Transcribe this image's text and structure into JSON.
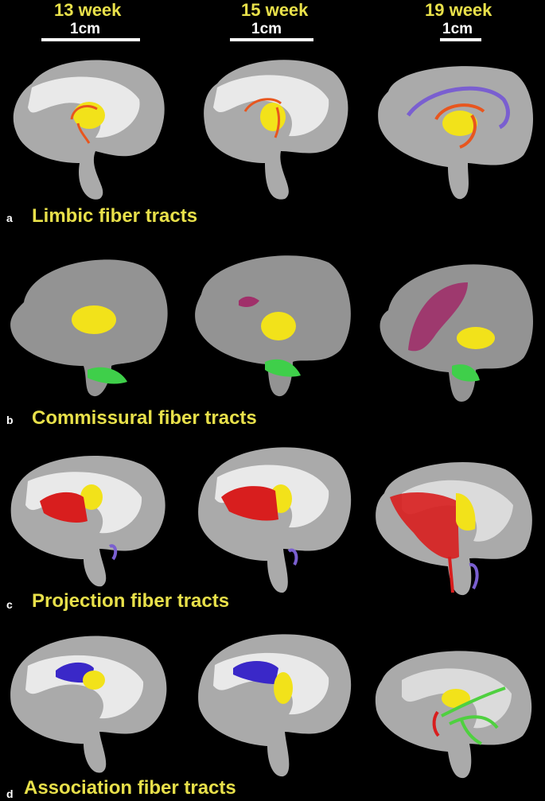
{
  "columns": [
    {
      "week": "13 week",
      "scale": "1cm"
    },
    {
      "week": "15 week",
      "scale": "1cm"
    },
    {
      "week": "19 week",
      "scale": "1cm"
    }
  ],
  "rows": [
    {
      "letter": "a",
      "title": "Limbic fiber tracts"
    },
    {
      "letter": "b",
      "title": "Commissural fiber tracts"
    },
    {
      "letter": "c",
      "title": "Projection fiber tracts"
    },
    {
      "letter": "d",
      "title": "Association fiber tracts"
    }
  ],
  "colors": {
    "background": "#000000",
    "label_yellow": "#e8e04a",
    "brain_gray": "#c8c8c8",
    "deep_gray_nuclei": "#f2e21a",
    "limbic_orange": "#e8561e",
    "cingulum_purple": "#7a5fd0",
    "commissural_magenta": "#a0306a",
    "cerebellar_green": "#3fcf4a",
    "projection_red": "#d81e1e",
    "association_blue": "#3a28c8",
    "association_green": "#4fd040"
  }
}
